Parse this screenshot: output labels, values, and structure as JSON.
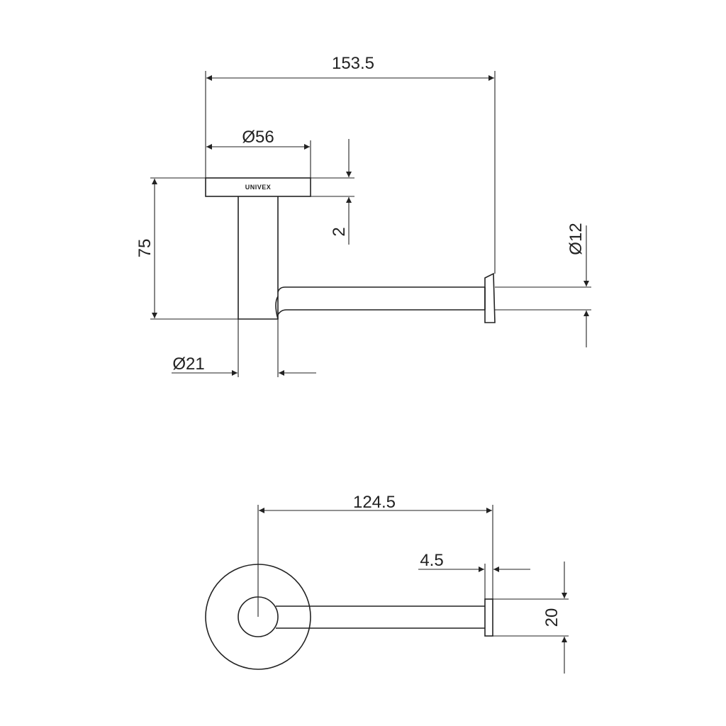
{
  "brand": "UNIVEX",
  "colors": {
    "line": "#222222",
    "background": "#ffffff"
  },
  "front_view": {
    "overall_length": "153.5",
    "flange_diameter": "Ø56",
    "flange_thickness": "2",
    "height": "75",
    "post_diameter": "Ø21",
    "bar_diameter": "Ø12"
  },
  "top_view": {
    "bar_length": "124.5",
    "end_cap_width": "4.5",
    "end_cap_height": "20"
  }
}
